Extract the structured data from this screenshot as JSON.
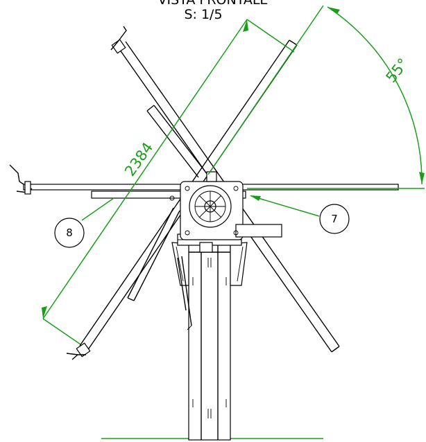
{
  "title": {
    "view_name": "VISTA FRONTALE",
    "scale": "S: 1/5"
  },
  "dimensions": {
    "length": "2384",
    "angle": "55°"
  },
  "callouts": [
    {
      "label": "7"
    },
    {
      "label": "8"
    }
  ],
  "colors": {
    "line": "#000000",
    "dimension": "#1a9e1a",
    "background": "#ffffff"
  }
}
